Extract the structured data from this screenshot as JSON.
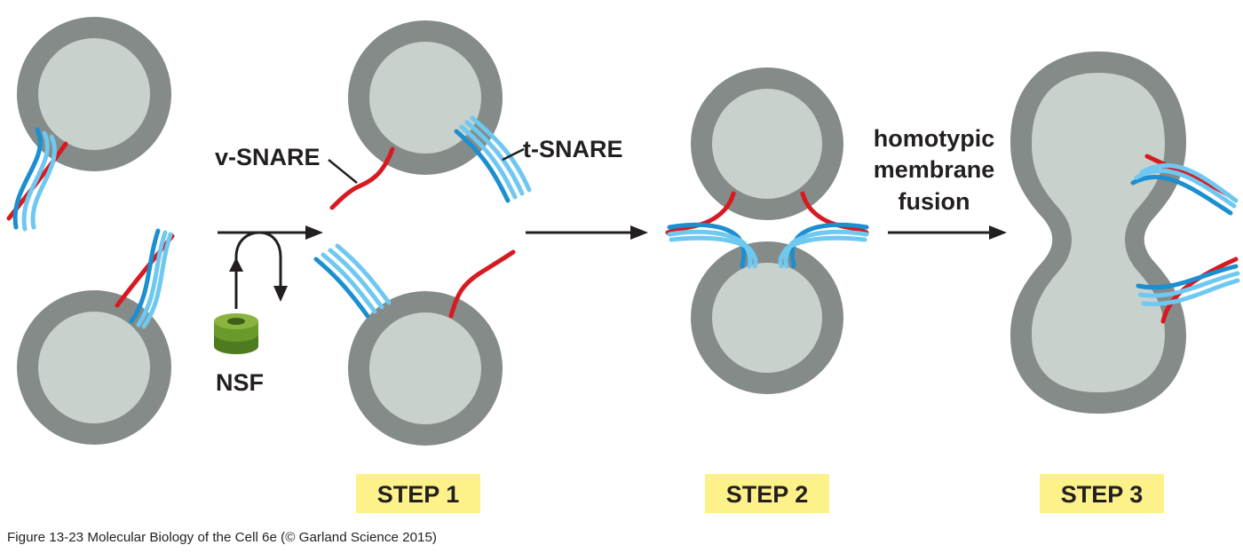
{
  "labels": {
    "v_snare": "v-SNARE",
    "t_snare": "t-SNARE",
    "nsf": "NSF",
    "fusion_line1": "homotypic",
    "fusion_line2": "membrane",
    "fusion_line3": "fusion"
  },
  "steps": [
    "STEP 1",
    "STEP 2",
    "STEP 3"
  ],
  "caption": "Figure 13-23  Molecular Biology of the Cell 6e (© Garland Science 2015)",
  "colors": {
    "membrane": "#858b88",
    "lumen": "#c9d1cc",
    "v_snare": "#d71920",
    "t_snare_dark": "#1b8fd0",
    "t_snare_light": "#6ec8ef",
    "step_box": "#fdf18a",
    "nsf_dark": "#4f7a1f",
    "nsf_light": "#8ab43f",
    "text": "#231f20"
  }
}
